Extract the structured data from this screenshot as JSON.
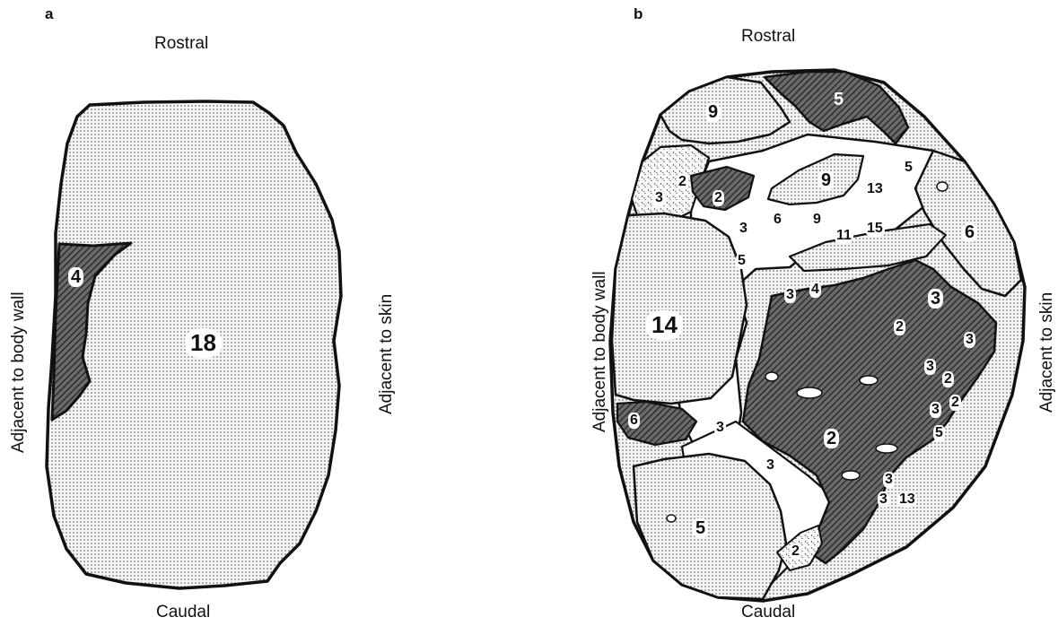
{
  "panel_a": {
    "label": "a",
    "orientation": {
      "top": "Rostral",
      "bottom": "Caudal",
      "left": "Adjacent to body wall",
      "right": "Adjacent to skin"
    },
    "regions": [
      {
        "id": "a-18",
        "label": "18",
        "fill": "dotted"
      },
      {
        "id": "a-4",
        "label": "4",
        "fill": "hatched"
      }
    ]
  },
  "panel_b": {
    "label": "b",
    "orientation": {
      "top": "Rostral",
      "bottom": "Caudal",
      "left": "Adjacent to body wall",
      "right": "Adjacent to skin"
    },
    "region_labels": [
      "9",
      "5",
      "3",
      "2",
      "2",
      "9",
      "5",
      "13",
      "6",
      "3",
      "6",
      "9",
      "11",
      "15",
      "5",
      "14",
      "3",
      "4",
      "3",
      "2",
      "3",
      "3",
      "2",
      "6",
      "3",
      "2",
      "3",
      "3",
      "5",
      "2",
      "3",
      "13",
      "3",
      "2",
      "5"
    ]
  },
  "colors": {
    "outline": "#111111",
    "dotted_fill": "#e6e6e6",
    "hatched_fill": "#555555"
  }
}
